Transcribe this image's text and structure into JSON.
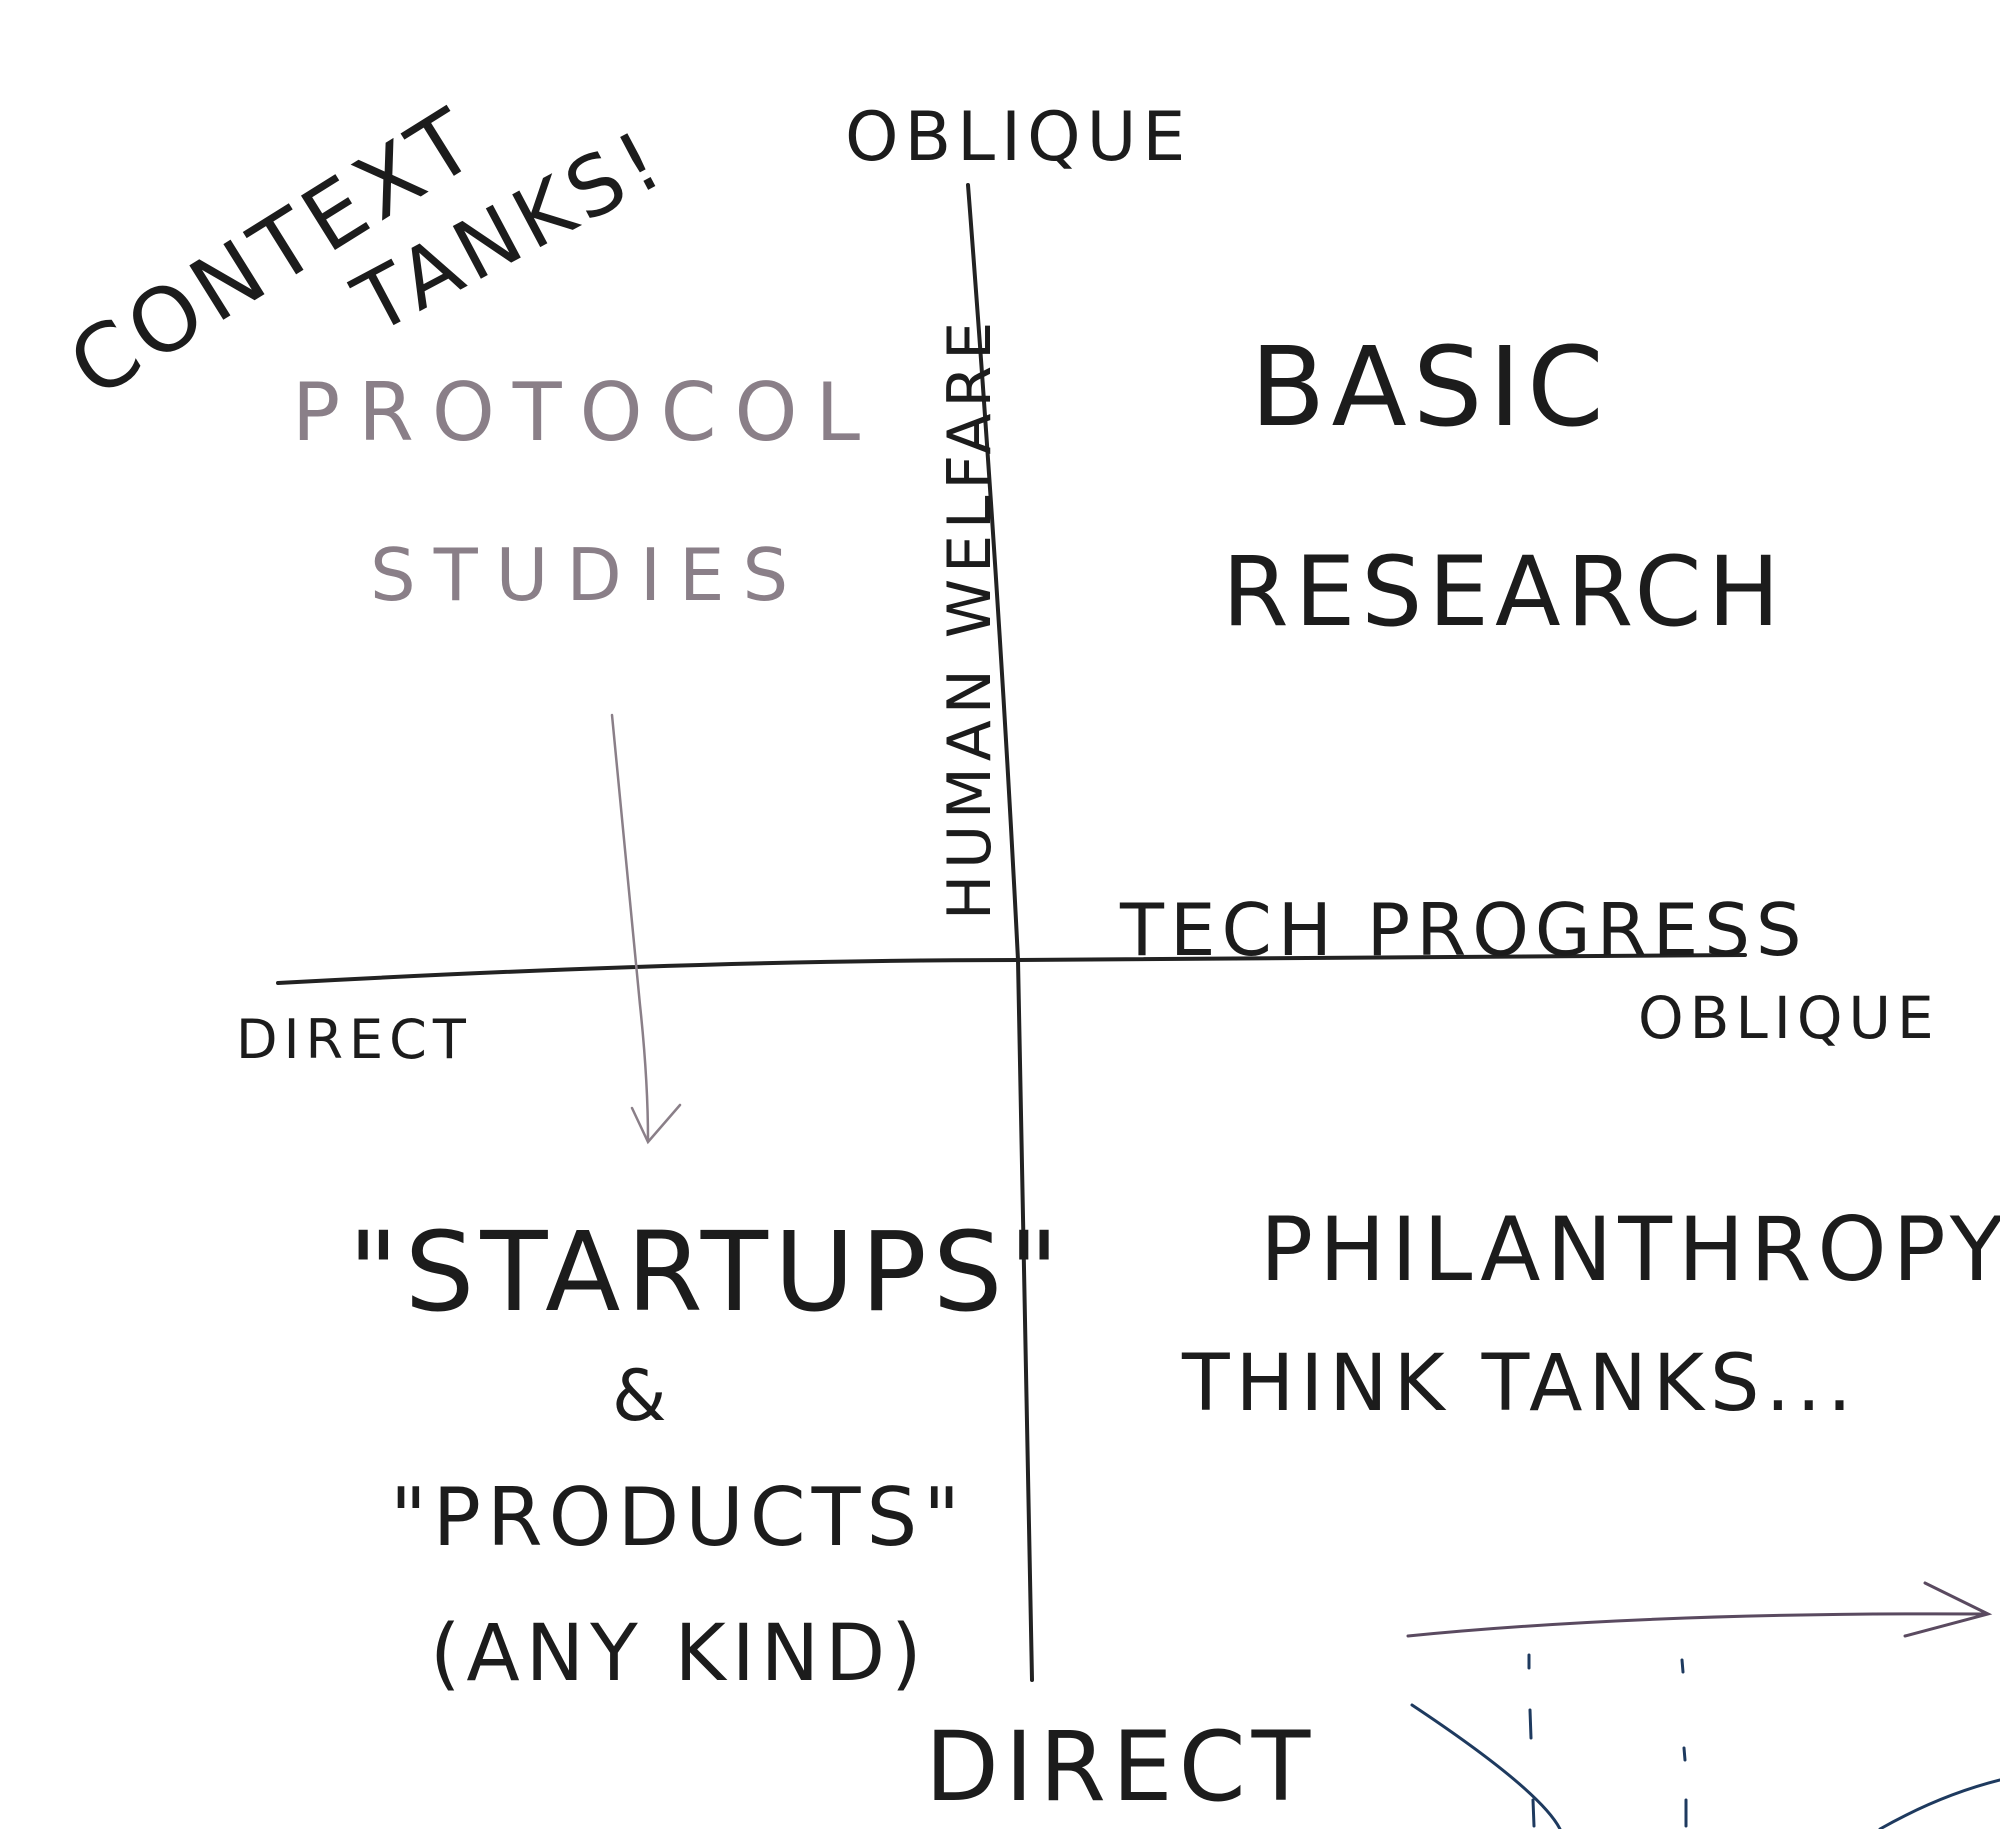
{
  "labels": {
    "top_axis": "OBLIQUE",
    "right_axis": "OBLIQUE",
    "left_axis": "DIRECT",
    "bottom_axis": "DIRECT",
    "vertical_axis_name": "HUMAN WELFARE",
    "horizontal_axis_name": "TECH PROGRESS"
  },
  "quadrants": {
    "top_left": {
      "line1": "CONTEXT",
      "line2": "TANKS!",
      "faded_line1": "PROTOCOL",
      "faded_line2": "STUDIES"
    },
    "top_right": {
      "line1": "BASIC",
      "line2": "RESEARCH"
    },
    "bottom_left": {
      "line1": "\"STARTUPS\"",
      "line2": "&",
      "line3": "\"PRODUCTS\"",
      "line4": "(ANY KIND)"
    },
    "bottom_right": {
      "line1": "PHILANTHROPY,",
      "line2": "THINK TANKS..."
    }
  },
  "colors": {
    "ink": "#1c1c1c",
    "faded_ink": "#8a7f88",
    "purple_ink": "#5a4a60",
    "navy_ink": "#1e3a5f",
    "board": "#ffffff"
  }
}
